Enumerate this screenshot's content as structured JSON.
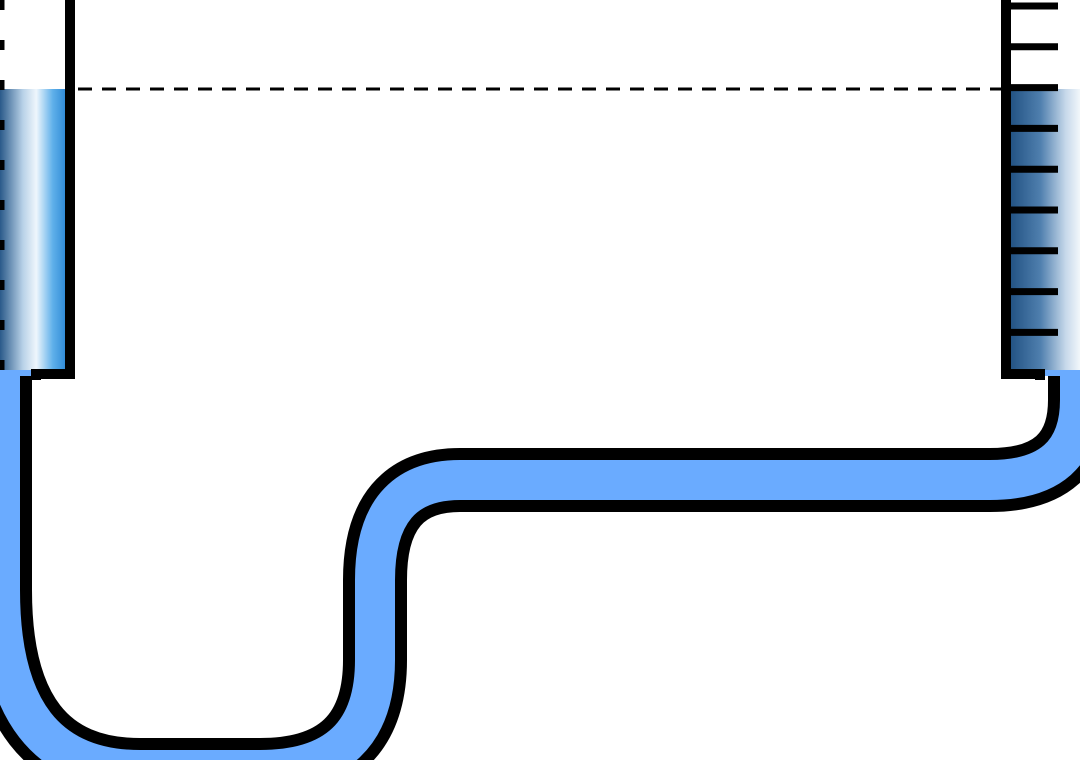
{
  "diagram": {
    "kind": "u-tube-manometer",
    "liquid_color": "#6aabff",
    "glass_shading_dark": "#2a5a8a",
    "glass_shading_light": "#e8f2fb",
    "left_glass_accent": "#3b9be0",
    "wall_color": "#000000",
    "background_color": "#ffffff",
    "liquid_levels_equal": true,
    "level_line_style": "dashed",
    "left_tube_ticks": "dashed-scale",
    "right_tube_ticks": 9
  }
}
